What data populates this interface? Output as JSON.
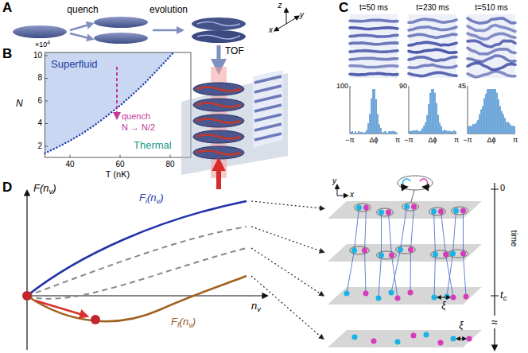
{
  "diagram": {
    "labels": [
      "A",
      "quench",
      "evolution",
      "TOF",
      "z",
      "y",
      "x",
      "B",
      "×10",
      "4",
      "Superfluid",
      "quench",
      "N → N/2",
      "Thermal",
      "10",
      "8",
      "6",
      "4",
      "2",
      "N",
      "40",
      "60",
      "80",
      "T (nK)",
      "C",
      "t=50 ms",
      "t=230 ms",
      "t=510 ms",
      "100",
      "−π",
      "Δϕ",
      "π",
      "90",
      "−π",
      "Δϕ",
      "π",
      "45",
      "−π",
      "Δϕ",
      "π",
      "D",
      "F(n",
      "v",
      ")",
      "F",
      "i",
      "(n",
      "v",
      ")",
      "F",
      "f",
      "(n",
      "v",
      ")",
      "n",
      "v",
      "time",
      "0",
      "t",
      "c",
      "≈",
      "y",
      "x",
      "ξ",
      "ξ"
    ]
  }
}
